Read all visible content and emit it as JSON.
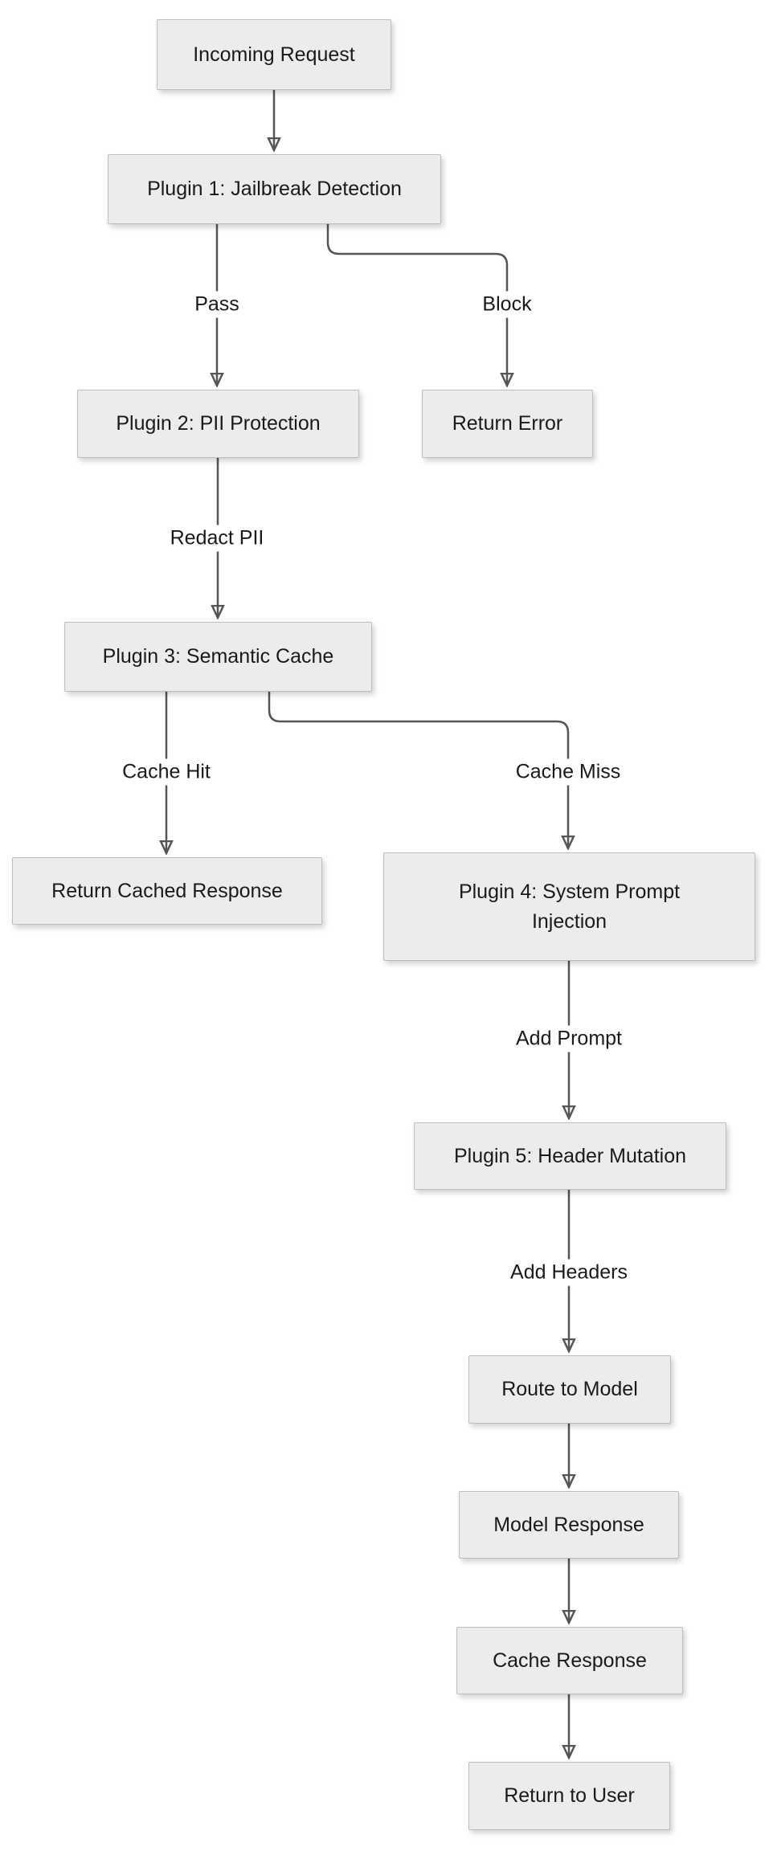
{
  "diagram": {
    "type": "flowchart",
    "direction": "top-down",
    "colors": {
      "canvas": "#ffffff",
      "node_fill": "#ececec",
      "node_border": "#bdbdbd",
      "edge_stroke": "#555555",
      "text": "#1a1a1a",
      "edge_label_background": "#ffffff"
    },
    "nodes": {
      "incoming_request": {
        "label": "Incoming Request"
      },
      "plugin1": {
        "label": "Plugin 1: Jailbreak Detection"
      },
      "plugin2": {
        "label": "Plugin 2: PII Protection"
      },
      "return_error": {
        "label": "Return Error"
      },
      "plugin3": {
        "label": "Plugin 3: Semantic Cache"
      },
      "return_cached_response": {
        "label": "Return Cached Response"
      },
      "plugin4": {
        "label": "Plugin 4: System Prompt Injection"
      },
      "plugin5": {
        "label": "Plugin 5: Header Mutation"
      },
      "route_to_model": {
        "label": "Route to Model"
      },
      "model_response": {
        "label": "Model Response"
      },
      "cache_response": {
        "label": "Cache Response"
      },
      "return_to_user": {
        "label": "Return to User"
      }
    },
    "edges": [
      {
        "from": "incoming_request",
        "to": "plugin1",
        "label": ""
      },
      {
        "from": "plugin1",
        "to": "plugin2",
        "label": "Pass"
      },
      {
        "from": "plugin1",
        "to": "return_error",
        "label": "Block"
      },
      {
        "from": "plugin2",
        "to": "plugin3",
        "label": "Redact PII"
      },
      {
        "from": "plugin3",
        "to": "return_cached_response",
        "label": "Cache Hit"
      },
      {
        "from": "plugin3",
        "to": "plugin4",
        "label": "Cache Miss"
      },
      {
        "from": "plugin4",
        "to": "plugin5",
        "label": "Add Prompt"
      },
      {
        "from": "plugin5",
        "to": "route_to_model",
        "label": "Add Headers"
      },
      {
        "from": "route_to_model",
        "to": "model_response",
        "label": ""
      },
      {
        "from": "model_response",
        "to": "cache_response",
        "label": ""
      },
      {
        "from": "cache_response",
        "to": "return_to_user",
        "label": ""
      }
    ]
  }
}
